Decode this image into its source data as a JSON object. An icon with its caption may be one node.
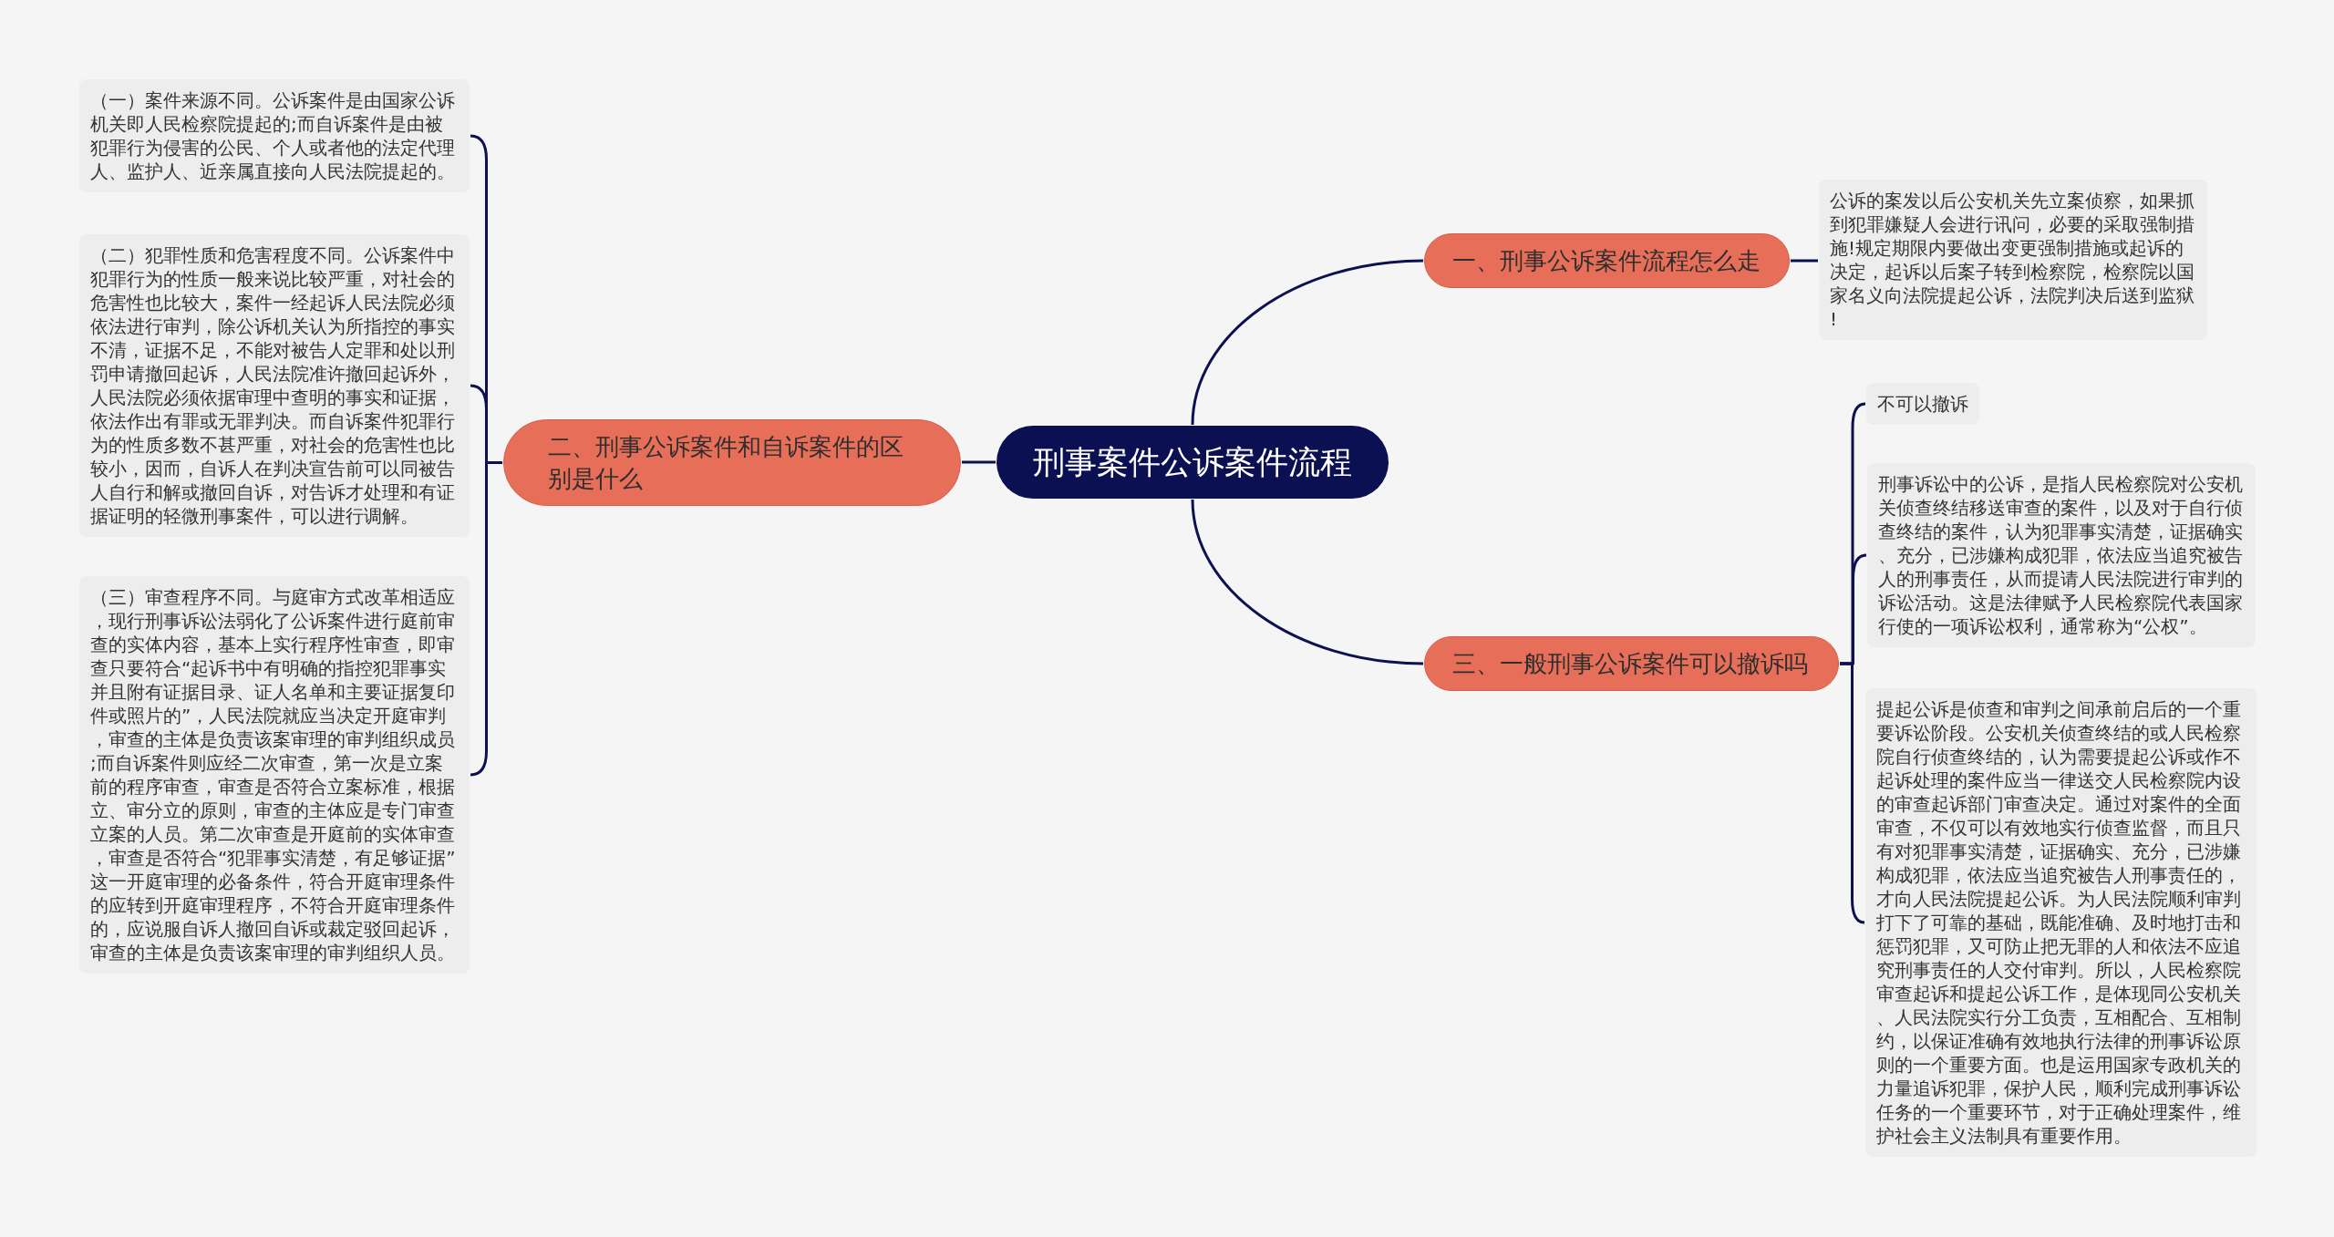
{
  "diagram": {
    "nodes": [
      {
        "text": [
          "刑事案件公诉案件流程"
        ]
      },
      {
        "text": [
          "一、刑事公诉案件流程怎么走"
        ]
      },
      {
        "text": [
          "公诉的案发以后公安机关先立案侦察，如果抓到犯罪嫌疑人会进行讯问，必要的采取强制措施!规定期限内要做出变更强制措施或起诉的决定，起诉以后案子转到检察院，检察院以国家名义向法院提起公诉，法院判决后送到监狱!"
        ]
      },
      {
        "text": [
          "二、刑事公诉案件和自诉案件的区别是什么"
        ]
      },
      {
        "text": [
          "（一）案件来源不同。公诉案件是由国家公诉机关即人民检察院提起的;而自诉案件是由被犯罪行为侵害的公民、个人或者他的法定代理人、监护人、近亲属直接向人民法院提起的。"
        ]
      },
      {
        "text": [
          "（二）犯罪性质和危害程度不同。公诉案件中犯罪行为的性质一般来说比较严重，对社会的危害性也比较大，案件一经起诉人民法院必须依法进行审判，除公诉机关认为所指控的事实不清，证据不足，不能对被告人定罪和处以刑罚申请撤回起诉，人民法院准许撤回起诉外，人民法院必须依据审理中查明的事实和证据，依法作出有罪或无罪判决。而自诉案件犯罪行为的性质多数不甚严重，对社会的危害性也比较小，因而，自诉人在判决宣告前可以同被告人自行和解或撤回自诉，对告诉才处理和有证据证明的轻微刑事案件，可以进行调解。"
        ]
      },
      {
        "text": [
          "（三）审查程序不同。与庭审方式改革相适应，现行刑事诉讼法弱化了公诉案件进行庭前审查的实体内容，基本上实行程序性审查，即审查只要符合“起诉书中有明确的指控犯罪事实并且附有证据目录、证人名单和主要证据复印件或照片的”，人民法院就应当决定开庭审判，审查的主体是负责该案审理的审判组织成员;而自诉案件则应经二次审查，第一次是立案前的程序审查，审查是否符合立案标准，根据立、审分立的原则，审查的主体应是专门审查立案的人员。第二次审查是开庭前的实体审查，审查是否符合“犯罪事实清楚，有足够证据”这一开庭审理的必备条件，符合开庭审理条件的应转到开庭审理程序，不符合开庭审理条件的，应说服自诉人撤回自诉或裁定驳回起诉，审查的主体是负责该案审理的审判组织人员。"
        ]
      },
      {
        "text": [
          "三、一般刑事公诉案件可以撤诉吗"
        ]
      },
      {
        "text": [
          "不可以撤诉"
        ]
      },
      {
        "text": [
          "刑事诉讼中的公诉，是指人民检察院对公安机关侦查终结移送审查的案件，以及对于自行侦查终结的案件，认为犯罪事实清楚，证据确实、充分，已涉嫌构成犯罪，依法应当追究被告人的刑事责任，从而提请人民法院进行审判的诉讼活动。这是法律赋予人民检察院代表国家行使的一项诉讼权利，通常称为“公权”。"
        ]
      },
      {
        "text": [
          "提起公诉是侦查和审判之间承前启后的一个重要诉讼阶段。公安机关侦查终结的或人民检察院自行侦查终结的，认为需要提起公诉或作不起诉处理的案件应当一律送交人民检察院内设的审查起诉部门审查决定。通过对案件的全面审查，不仅可以有效地实行侦查监督，而且只有对犯罪事实清楚，证据确实、充分，已涉嫌构成犯罪，依法应当追究被告人刑事责任的，才向人民法院提起公诉。为人民法院顺利审判打下了可靠的基础，既能准确、及时地打击和惩罚犯罪，又可防止把无罪的人和依法不应追究刑事责任的人交付审判。所以，人民检察院审查起诉和提起公诉工作，是体现同公安机关、人民法院实行分工负责，互相配合、互相制约，以保证准确有效地执行法律的刑事诉讼原则的一个重要方面。也是运用国家专政机关的力量追诉犯罪，保护人民，顺利完成刑事诉讼任务的一个重要环节，对于正确处理案件，维护社会主义法制具有重要作用。"
        ]
      }
    ],
    "edges": [
      {
        "from": 0,
        "to": 1,
        "arrow": "none"
      },
      {
        "from": 1,
        "to": 2,
        "arrow": "none"
      },
      {
        "from": 0,
        "to": 3,
        "arrow": "none"
      },
      {
        "from": 3,
        "to": 4,
        "arrow": "none"
      },
      {
        "from": 3,
        "to": 5,
        "arrow": "none"
      },
      {
        "from": 3,
        "to": 6,
        "arrow": "none"
      },
      {
        "from": 0,
        "to": 7,
        "arrow": "none"
      },
      {
        "from": 7,
        "to": 8,
        "arrow": "none"
      },
      {
        "from": 7,
        "to": 9,
        "arrow": "none"
      },
      {
        "from": 7,
        "to": 10,
        "arrow": "none"
      }
    ]
  }
}
